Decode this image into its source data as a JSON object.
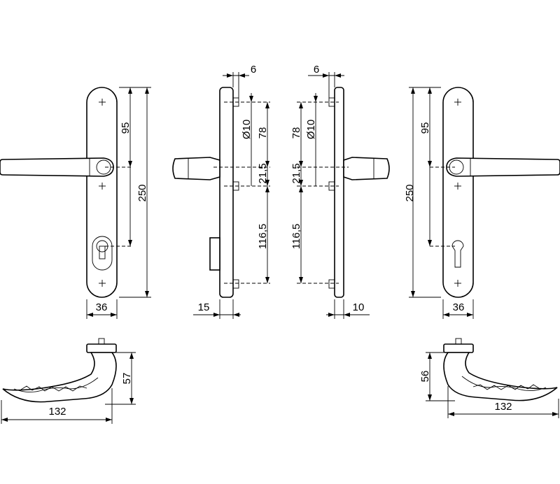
{
  "diagram": {
    "dimensions": {
      "front_left": {
        "height_upper": "95",
        "height_total": "250",
        "width": "36"
      },
      "side_left": {
        "rose_offset": "6",
        "hole_diameter": "Ø10",
        "upper": "78",
        "spindle_gap": "21,5",
        "lower": "116,5",
        "depth": "15"
      },
      "side_right": {
        "rose_offset": "6",
        "hole_diameter": "Ø10",
        "upper": "78",
        "spindle_gap": "21,5",
        "lower": "116,5",
        "depth": "10"
      },
      "front_right": {
        "height_upper": "95",
        "height_total": "250",
        "width": "36"
      },
      "handle_left": {
        "height": "57",
        "length": "132"
      },
      "handle_right": {
        "height": "56",
        "length": "132"
      }
    }
  }
}
